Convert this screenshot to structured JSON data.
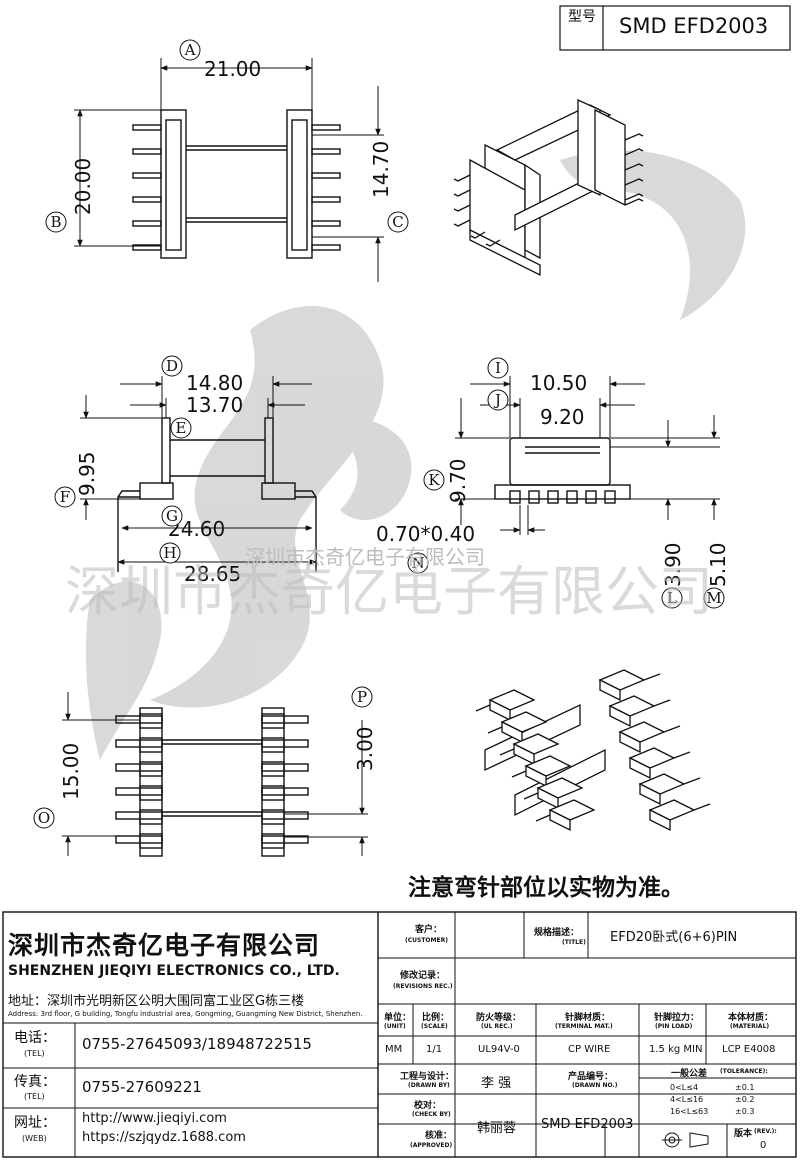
{
  "model_box": {
    "label": "型号",
    "value": "SMD EFD2003"
  },
  "dimensions": {
    "A": "21.00",
    "B": "20.00",
    "C": "14.70",
    "D": "14.80",
    "D2": "13.70",
    "F": "9.95",
    "G": "24.60",
    "H": "28.65",
    "I": "10.50",
    "J": "9.20",
    "K": "9.70",
    "N": "0.70*0.40",
    "L": "3.90",
    "M": "5.10",
    "O": "15.00",
    "P": "3.00"
  },
  "circle_labels": [
    "A",
    "B",
    "C",
    "D",
    "E",
    "F",
    "G",
    "H",
    "I",
    "J",
    "K",
    "L",
    "M",
    "N",
    "O",
    "P"
  ],
  "note": "注意弯针部位以实物为准。",
  "watermark": "深圳市杰奇亿电子有限公司",
  "company": {
    "name_cn": "深圳市杰奇亿电子有限公司",
    "name_en": "SHENZHEN JIEQIYI ELECTRONICS CO., LTD.",
    "address_cn": "地址：深圳市光明新区公明大围同富工业区G栋三楼",
    "address_en": "Address: 3rd floor, G building, Tongfu industrial area, Gongming, Guangming New District, Shenzhen.",
    "tel_label_cn": "电话：",
    "tel_label_en": "(TEL)",
    "tel_value": "0755-27645093/18948722515",
    "fax_label_cn": "传真：",
    "fax_label_en": "(TEL)",
    "fax_value": "0755-27609221",
    "web_label_cn": "网址：",
    "web_label_en": "(WEB)",
    "web_value_1": "http://www.jieqiyi.com",
    "web_value_2": "https://szjqydz.1688.com"
  },
  "table": {
    "customer_cn": "客户：",
    "customer_en": "(CUSTOMER)",
    "title_cn": "规格描述：",
    "title_en": "(TITLE)",
    "title_value": "EFD20卧式(6+6)PIN",
    "revisions_cn": "修改记录：",
    "revisions_en": "(REVISIONS REC.)",
    "unit_cn": "单位：",
    "unit_en": "(UNIT)",
    "unit_value": "MM",
    "scale_cn": "比例：",
    "scale_en": "(SCALE)",
    "scale_value": "1/1",
    "ul_cn": "防火等级：",
    "ul_en": "(UL REC.)",
    "ul_value": "UL94V-0",
    "terminal_cn": "针脚材质：",
    "terminal_en": "(TERMINAL MAT.)",
    "terminal_value": "CP WIRE",
    "pinload_cn": "针脚拉力：",
    "pinload_en": "(PIN LOAD)",
    "pinload_value": "1.5 kg MIN",
    "material_cn": "本体材质：",
    "material_en": "(MATERIAL)",
    "material_value": "LCP  E4008",
    "drawn_cn": "工程与设计：",
    "drawn_en": "(DRAWN BY)",
    "drawn_value": "李  强",
    "drawingno_cn": "产品编号：",
    "drawingno_en": "(DRAWN NO.)",
    "checked_cn": "校对：",
    "checked_en": "(CHECK BY)",
    "approved_cn": "核准：",
    "approved_en": "(APPROVED)",
    "approved_value": "韩丽蓉",
    "drawingno_value": "SMD EFD2003",
    "tolerance_cn": "一般公差",
    "tolerance_en": "(TOLERANCE):",
    "tol_rows": [
      [
        "0<L≤4",
        "±0.1"
      ],
      [
        "4<L≤16",
        "±0.2"
      ],
      [
        "16<L≤63",
        "±0.3"
      ]
    ],
    "version_cn": "版本",
    "version_en": "(REV.):",
    "version_value": "0"
  }
}
